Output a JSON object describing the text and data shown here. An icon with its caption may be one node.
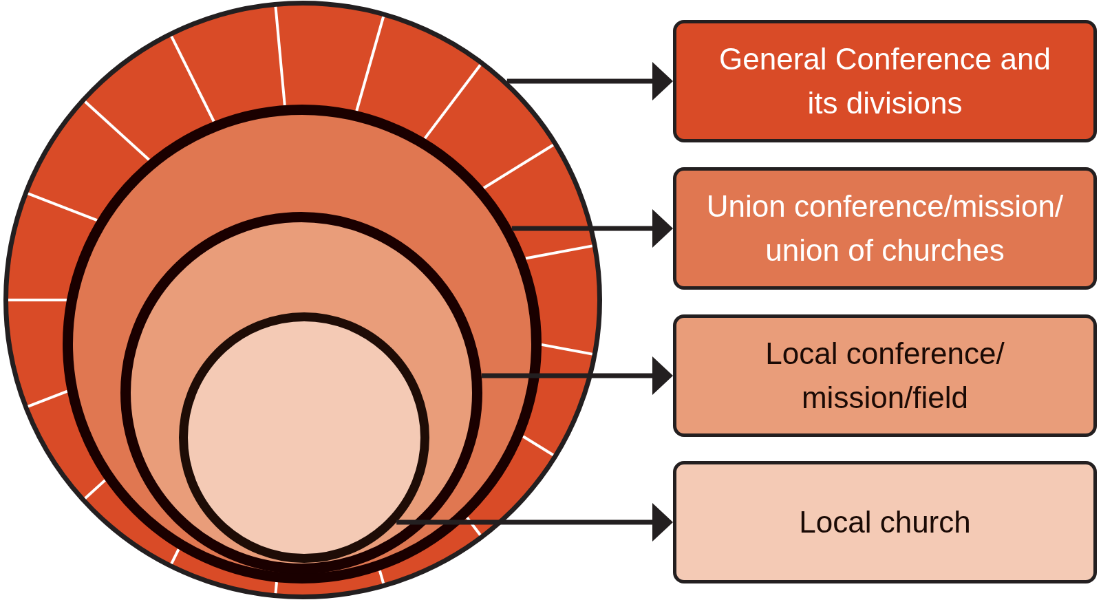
{
  "diagram": {
    "nodes": [
      {
        "text": [],
        "shape": "circle"
      },
      {
        "text": [],
        "shape": "circle",
        "in": 0
      },
      {
        "text": [],
        "shape": "circle",
        "in": 1
      },
      {
        "text": [],
        "shape": "circle",
        "in": 2
      },
      {
        "text": [
          "General Conference and its divisions"
        ]
      },
      {
        "text": [
          "Union conference/mission/ union of churches"
        ]
      },
      {
        "text": [
          "Local conference/ mission/field"
        ]
      },
      {
        "text": [
          "Local church"
        ]
      }
    ],
    "edges": [
      {
        "from": 0,
        "to": 4,
        "arrow": "to"
      },
      {
        "from": 1,
        "to": 5,
        "arrow": "to"
      },
      {
        "from": 2,
        "to": 6,
        "arrow": "to"
      },
      {
        "from": 3,
        "to": 7,
        "arrow": "to"
      }
    ]
  }
}
